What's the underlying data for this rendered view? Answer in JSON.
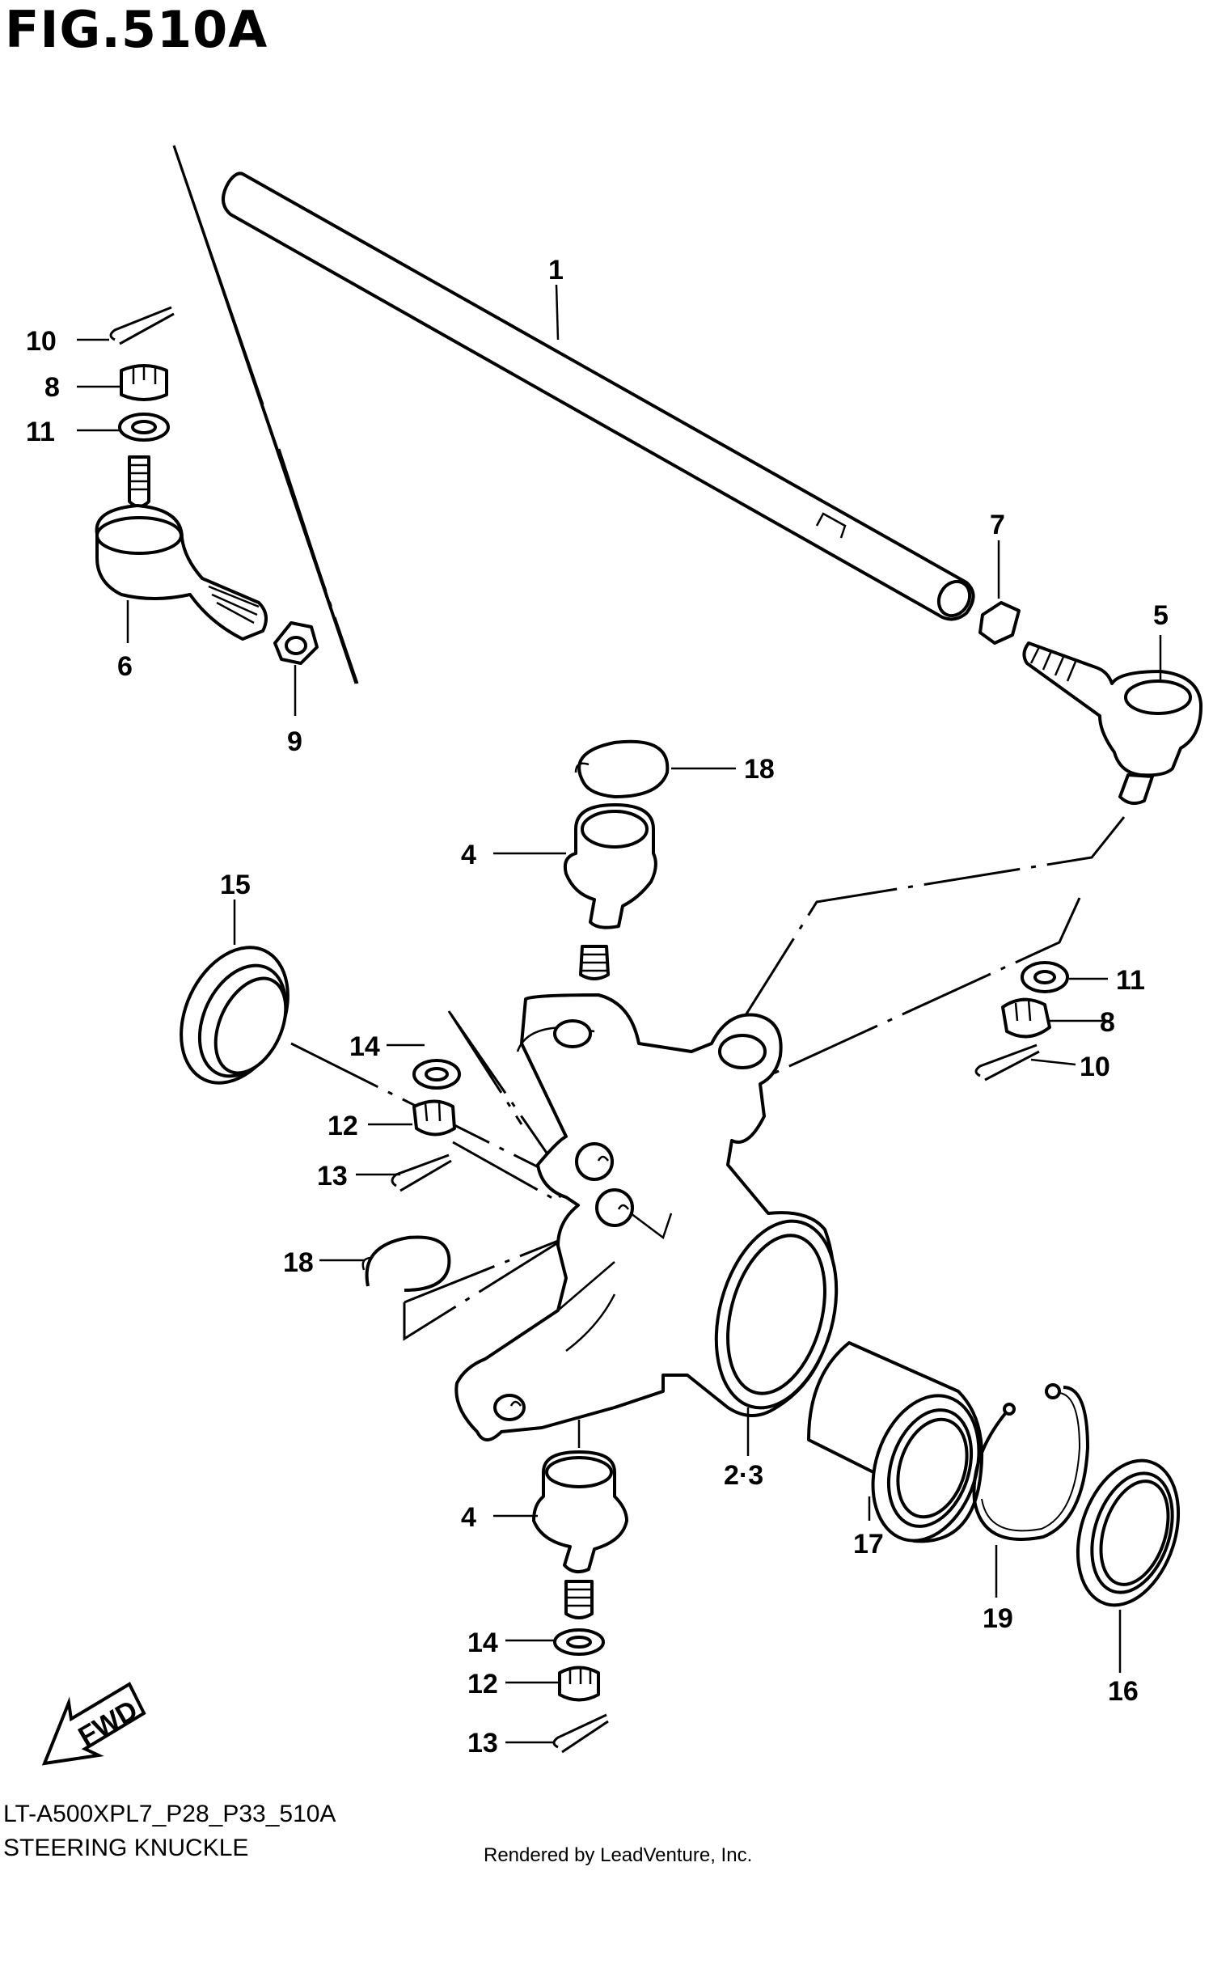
{
  "figure_title": "FIG.510A",
  "model_code": "LT-A500XPL7_P28_P33_510A",
  "section_name": "STEERING KNUCKLE",
  "rendered_by": "Rendered by LeadVenture, Inc.",
  "fwd_label": "FWD",
  "callouts": {
    "c1": "1",
    "c2_3": "2·3",
    "c4a": "4",
    "c4b": "4",
    "c5": "5",
    "c6": "6",
    "c7": "7",
    "c8a": "8",
    "c8b": "8",
    "c9": "9",
    "c10a": "10",
    "c10b": "10",
    "c11a": "11",
    "c11b": "11",
    "c12a": "12",
    "c12b": "12",
    "c13a": "13",
    "c13b": "13",
    "c14a": "14",
    "c14b": "14",
    "c15": "15",
    "c16": "16",
    "c17": "17",
    "c18a": "18",
    "c18b": "18",
    "c19": "19"
  }
}
